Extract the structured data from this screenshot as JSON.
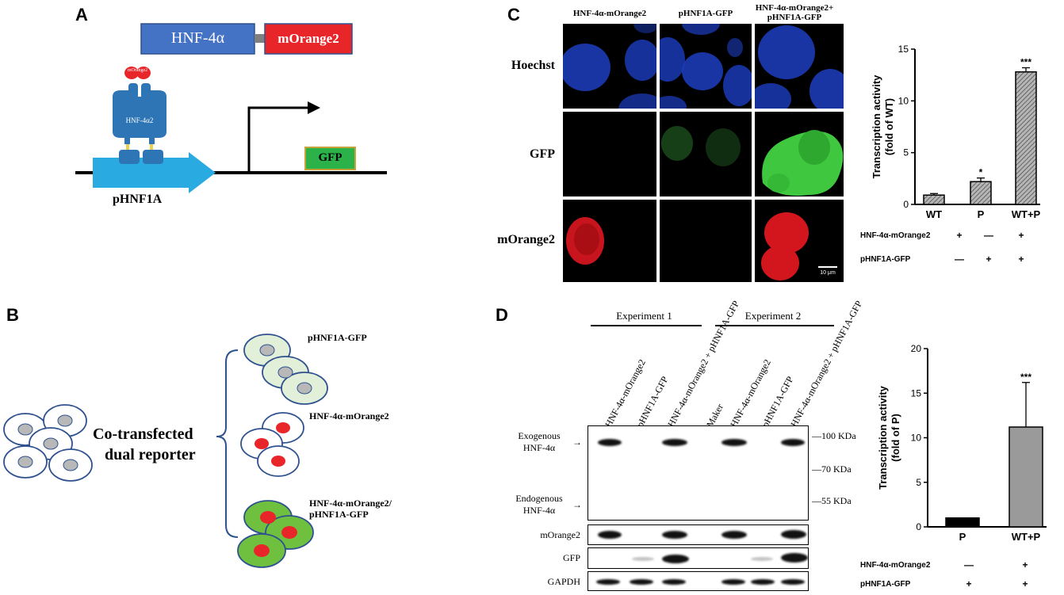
{
  "panels": {
    "a": "A",
    "b": "B",
    "c": "C",
    "d": "D"
  },
  "panel_a": {
    "construct_left": "HNF-4α",
    "construct_right": "mOrange2",
    "protein_label": "HNF-4α2",
    "protein_tag": "mOrange2",
    "promoter": "pHNF1A",
    "reporter": "GFP",
    "colors": {
      "hnf": "#4472c4",
      "morange": "#e8262a",
      "gfp": "#2bb34a",
      "promoter": "#29abe2"
    }
  },
  "panel_b": {
    "center_label_1": "Co-transfected",
    "center_label_2": "dual reporter",
    "group_1": "pHNF1A-GFP",
    "group_2": "HNF-4α-mOrange2",
    "group_3_line1": "HNF-4α-mOrange2/",
    "group_3_line2": "pHNF1A-GFP"
  },
  "panel_c": {
    "columns": [
      "HNF-4α-mOrange2",
      "pHNF1A-GFP",
      "HNF-4α-mOrange2+ pHNF1A-GFP"
    ],
    "rows": [
      "Hoechst",
      "GFP",
      "mOrange2"
    ],
    "scale_bar": "10 μm",
    "table_rows": [
      {
        "label": "HNF-4α-mOrange2",
        "marks": [
          "+",
          "—",
          "+"
        ]
      },
      {
        "label": "pHNF1A-GFP",
        "marks": [
          "—",
          "+",
          "+"
        ]
      }
    ]
  },
  "panel_d": {
    "experiments": [
      "Experiment 1",
      "Experiment 2"
    ],
    "lanes": [
      "HNF-4α-mOrange2",
      "pHNF1A-GFP",
      "HNF-4α-mOrange2 + pHNF1A-GFP",
      "Maker",
      "HNF-4α-mOrange2",
      "pHNF1A-GFP",
      "HNF-4α-mOrange2 + pHNF1A-GFP"
    ],
    "markers": [
      "—100 KDa",
      "—70 KDa",
      "—55 KDa"
    ],
    "left_labels": {
      "exo_1": "Exogenous",
      "exo_2": "HNF-4α",
      "endo_1": "Endogenous",
      "endo_2": "HNF-4α"
    },
    "strip_labels": [
      "mOrange2",
      "GFP",
      "GAPDH"
    ],
    "table_rows": [
      {
        "label": "HNF-4α-mOrange2",
        "marks": [
          "—",
          "+"
        ]
      },
      {
        "label": "pHNF1A-GFP",
        "marks": [
          "+",
          "+"
        ]
      }
    ]
  },
  "chart_data": [
    {
      "type": "bar",
      "categories": [
        "WT",
        "P",
        "WT+P"
      ],
      "values": [
        0.9,
        2.2,
        12.8
      ],
      "errors": [
        0.15,
        0.35,
        0.4
      ],
      "significance": [
        "",
        "*",
        "***"
      ],
      "ylabel": "Transcription activity (fold of WT)",
      "ylim": [
        0,
        15
      ],
      "yticks": [
        0,
        5,
        10,
        15
      ]
    },
    {
      "type": "bar",
      "categories": [
        "P",
        "WT+P"
      ],
      "values": [
        1.0,
        11.2
      ],
      "errors": [
        0,
        5.0
      ],
      "significance": [
        "",
        "***"
      ],
      "ylabel": "Transcription activity (fold of P)",
      "ylim": [
        0,
        20
      ],
      "yticks": [
        0,
        5,
        10,
        15,
        20
      ]
    }
  ]
}
